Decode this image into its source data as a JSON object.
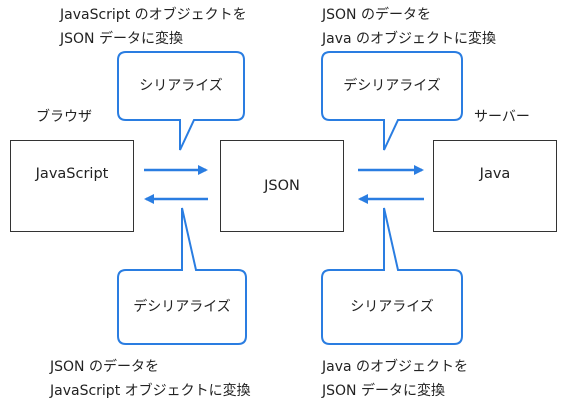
{
  "captions": {
    "top_left": [
      "JavaScript のオブジェクトを",
      "JSON データに変換"
    ],
    "top_right": [
      "JSON のデータを",
      "Java のオブジェクトに変換"
    ],
    "bottom_left": [
      "JSON のデータを",
      "JavaScript オブジェクトに変換"
    ],
    "bottom_right": [
      "Java のオブジェクトを",
      "JSON データに変換"
    ]
  },
  "side_labels": {
    "browser": "ブラウザ",
    "server": "サーバー"
  },
  "boxes": {
    "javascript": "JavaScript",
    "json": "JSON",
    "java": "Java"
  },
  "bubbles": {
    "top_left": "シリアライズ",
    "top_right": "デシリアライズ",
    "bottom_left": "デシリアライズ",
    "bottom_right": "シリアライズ"
  },
  "colors": {
    "accent": "#2a7de1",
    "border": "#333333",
    "text": "#222222"
  }
}
